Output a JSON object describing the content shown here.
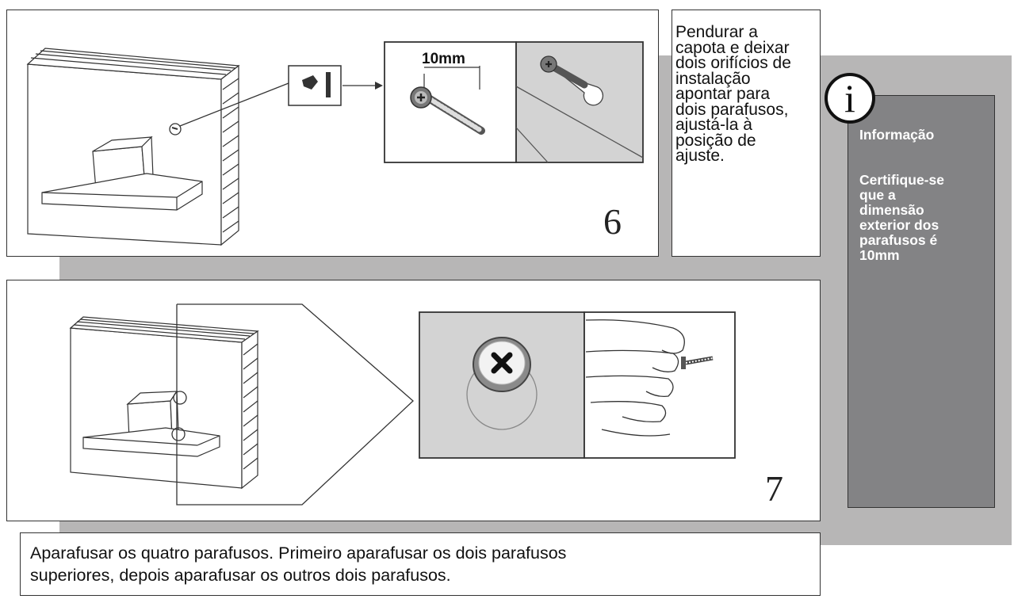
{
  "step6": {
    "number": "6",
    "measurement": "10mm",
    "text": "Pendurar a capota e deixar dois orifícios de instalação apontar para dois parafusos, ajustá-la à posição de ajuste."
  },
  "step7": {
    "number": "7",
    "text": "Aparafusar os quatro parafusos. Primeiro aparafusar os dois parafusos superiores, depois aparafusar os outros dois parafusos."
  },
  "info": {
    "icon_letter": "i",
    "title": "Informação",
    "text": "Certifique-se que a dimensão exterior dos parafusos é 10mm"
  },
  "colors": {
    "band": "#b7b6b6",
    "info_panel": "#838385",
    "detail_fill": "#d3d3d3"
  }
}
